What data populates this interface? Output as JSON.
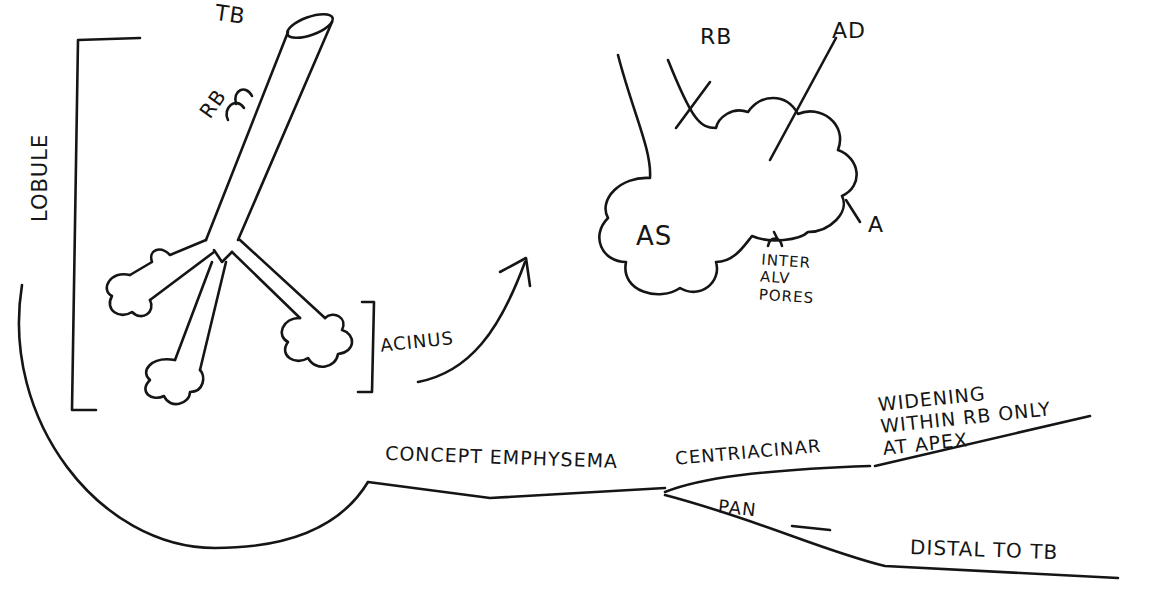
{
  "diagram": {
    "labels": [
      "TB",
      "RB",
      "LOBULE",
      "ACINUS",
      "RB",
      "AD",
      "AS",
      "A",
      "INTER ALV PORES",
      "CONCEPT EMPHYSEMA",
      "CENTRIACINAR",
      "PAN",
      "WIDENING WITHIN RB ONLY AT APEX",
      "DISTAL TO TB"
    ]
  }
}
